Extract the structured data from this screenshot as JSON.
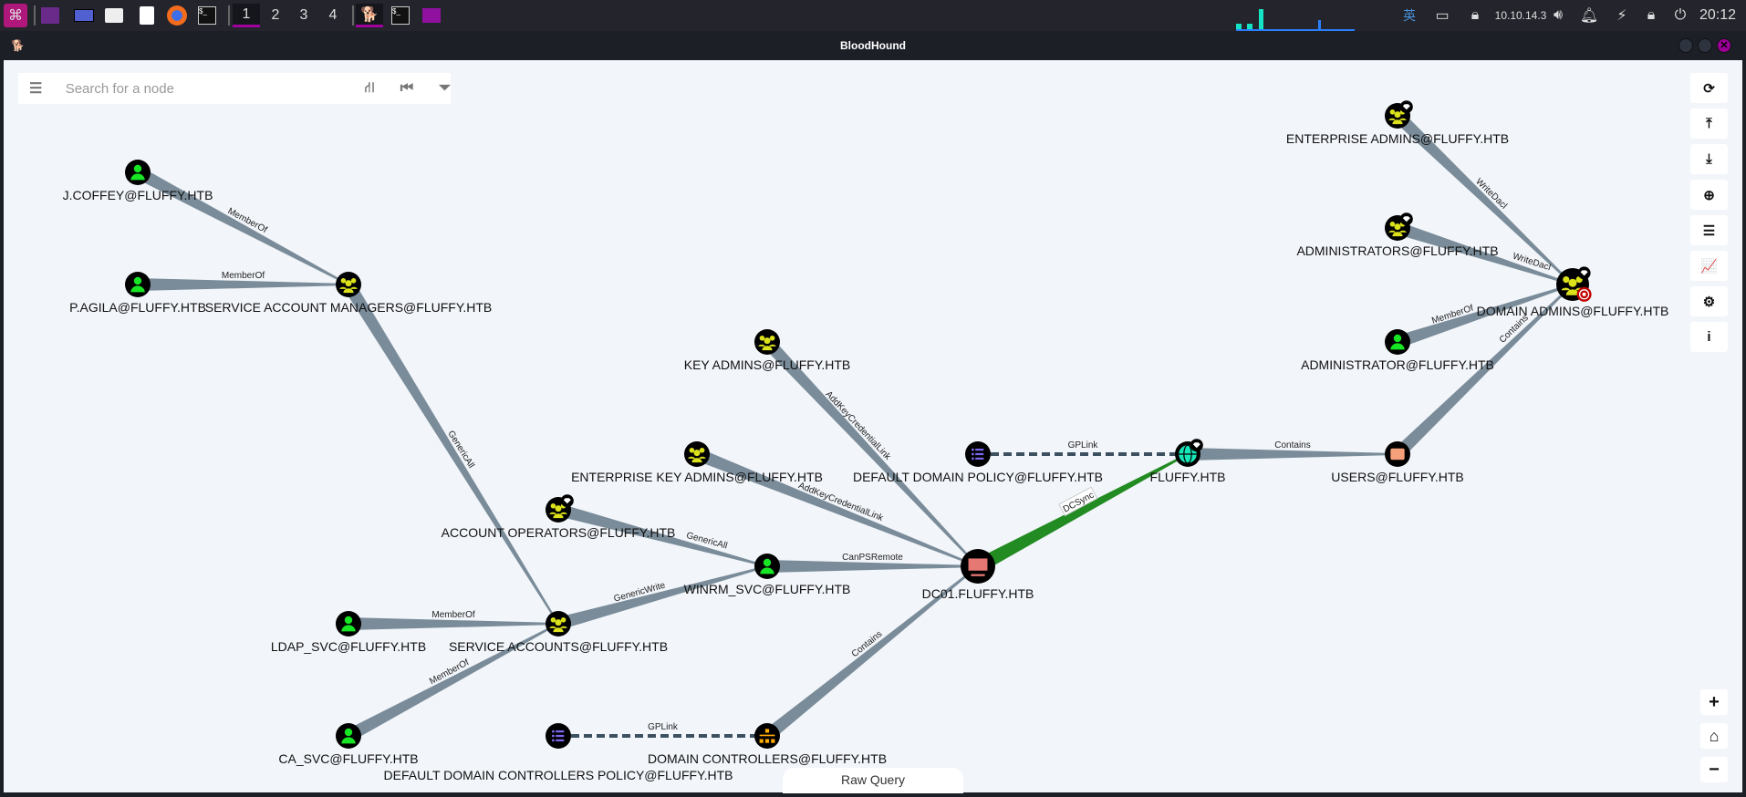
{
  "taskbar": {
    "workspaces": [
      "1",
      "2",
      "3",
      "4"
    ],
    "active_workspace": "1",
    "ime": "英",
    "ip": "10.10.14.3",
    "clock": "20:12"
  },
  "window": {
    "title": "BloodHound"
  },
  "search": {
    "placeholder": "Search for a node"
  },
  "raw_query": "Raw Query",
  "colors": {
    "group": "#dbe11b",
    "user": "#17e625",
    "computer": "#e67873",
    "gpo": "#7b68ee",
    "domain": "#17e6b9",
    "ou": "#ffaa00",
    "edge": "#7a8c99",
    "dcsync": "#228b22",
    "gplink": "#3c5060"
  },
  "nodes": [
    {
      "id": "jcoffey",
      "type": "user",
      "label": "J.COFFEY@FLUFFY.HTB"
    },
    {
      "id": "pagila",
      "type": "user",
      "label": "P.AGILA@FLUFFY.HTB"
    },
    {
      "id": "sam",
      "type": "group",
      "label": "SERVICE ACCOUNT MANAGERS@FLUFFY.HTB"
    },
    {
      "id": "keyadmins",
      "type": "group",
      "label": "KEY ADMINS@FLUFFY.HTB"
    },
    {
      "id": "eka",
      "type": "group",
      "label": "ENTERPRISE KEY ADMINS@FLUFFY.HTB"
    },
    {
      "id": "accops",
      "type": "group",
      "label": "ACCOUNT OPERATORS@FLUFFY.HTB",
      "highvalue": true
    },
    {
      "id": "winrm",
      "type": "user",
      "label": "WINRM_SVC@FLUFFY.HTB"
    },
    {
      "id": "dc01",
      "type": "computer",
      "label": "DC01.FLUFFY.HTB"
    },
    {
      "id": "ddp",
      "type": "gpo",
      "label": "DEFAULT DOMAIN POLICY@FLUFFY.HTB"
    },
    {
      "id": "domain",
      "type": "domain",
      "label": "FLUFFY.HTB",
      "highvalue": true
    },
    {
      "id": "users",
      "type": "container",
      "label": "USERS@FLUFFY.HTB"
    },
    {
      "id": "ea",
      "type": "group",
      "label": "ENTERPRISE ADMINS@FLUFFY.HTB",
      "highvalue": true
    },
    {
      "id": "admins",
      "type": "group",
      "label": "ADMINISTRATORS@FLUFFY.HTB",
      "highvalue": true
    },
    {
      "id": "da",
      "type": "group",
      "label": "DOMAIN ADMINS@FLUFFY.HTB",
      "highvalue": true,
      "target": true
    },
    {
      "id": "administrator",
      "type": "user",
      "label": "ADMINISTRATOR@FLUFFY.HTB"
    },
    {
      "id": "sa",
      "type": "group",
      "label": "SERVICE ACCOUNTS@FLUFFY.HTB"
    },
    {
      "id": "ldap",
      "type": "user",
      "label": "LDAP_SVC@FLUFFY.HTB"
    },
    {
      "id": "ca",
      "type": "user",
      "label": "CA_SVC@FLUFFY.HTB"
    },
    {
      "id": "ddcp",
      "type": "gpo",
      "label": "DEFAULT DOMAIN CONTROLLERS POLICY@FLUFFY.HTB"
    },
    {
      "id": "dcs",
      "type": "ou",
      "label": "DOMAIN CONTROLLERS@FLUFFY.HTB"
    }
  ],
  "edges": [
    {
      "from": "jcoffey",
      "to": "sam",
      "label": "MemberOf"
    },
    {
      "from": "pagila",
      "to": "sam",
      "label": "MemberOf"
    },
    {
      "from": "sam",
      "to": "sa",
      "label": "GenericAll"
    },
    {
      "from": "keyadmins",
      "to": "dc01",
      "label": "AddKeyCredentialLink"
    },
    {
      "from": "eka",
      "to": "dc01",
      "label": "AddKeyCredentialLink"
    },
    {
      "from": "accops",
      "to": "winrm",
      "label": "GenericAll"
    },
    {
      "from": "sa",
      "to": "winrm",
      "label": "GenericWrite"
    },
    {
      "from": "winrm",
      "to": "dc01",
      "label": "CanPSRemote"
    },
    {
      "from": "ldap",
      "to": "sa",
      "label": "MemberOf"
    },
    {
      "from": "ca",
      "to": "sa",
      "label": "MemberOf"
    },
    {
      "from": "ddcp",
      "to": "dcs",
      "label": "GPLink",
      "style": "dashed"
    },
    {
      "from": "dcs",
      "to": "dc01",
      "label": "Contains"
    },
    {
      "from": "ddp",
      "to": "domain",
      "label": "GPLink",
      "style": "dashed"
    },
    {
      "from": "dc01",
      "to": "domain",
      "label": "DCSync",
      "style": "highlight"
    },
    {
      "from": "domain",
      "to": "users",
      "label": "Contains"
    },
    {
      "from": "users",
      "to": "da",
      "label": "Contains"
    },
    {
      "from": "ea",
      "to": "da",
      "label": "WriteDacl"
    },
    {
      "from": "admins",
      "to": "da",
      "label": "WriteDacl"
    },
    {
      "from": "administrator",
      "to": "da",
      "label": "MemberOf"
    }
  ],
  "toolbar": [
    {
      "name": "refresh",
      "glyph": "⟳"
    },
    {
      "name": "upload",
      "glyph": "⤒"
    },
    {
      "name": "download",
      "glyph": "⤓"
    },
    {
      "name": "import",
      "glyph": "⊕"
    },
    {
      "name": "queries",
      "glyph": "☰"
    },
    {
      "name": "stats",
      "glyph": "📈"
    },
    {
      "name": "settings",
      "glyph": "⚙"
    },
    {
      "name": "about",
      "glyph": "i"
    }
  ],
  "zoom": {
    "in": "+",
    "home": "⌂",
    "out": "−"
  }
}
